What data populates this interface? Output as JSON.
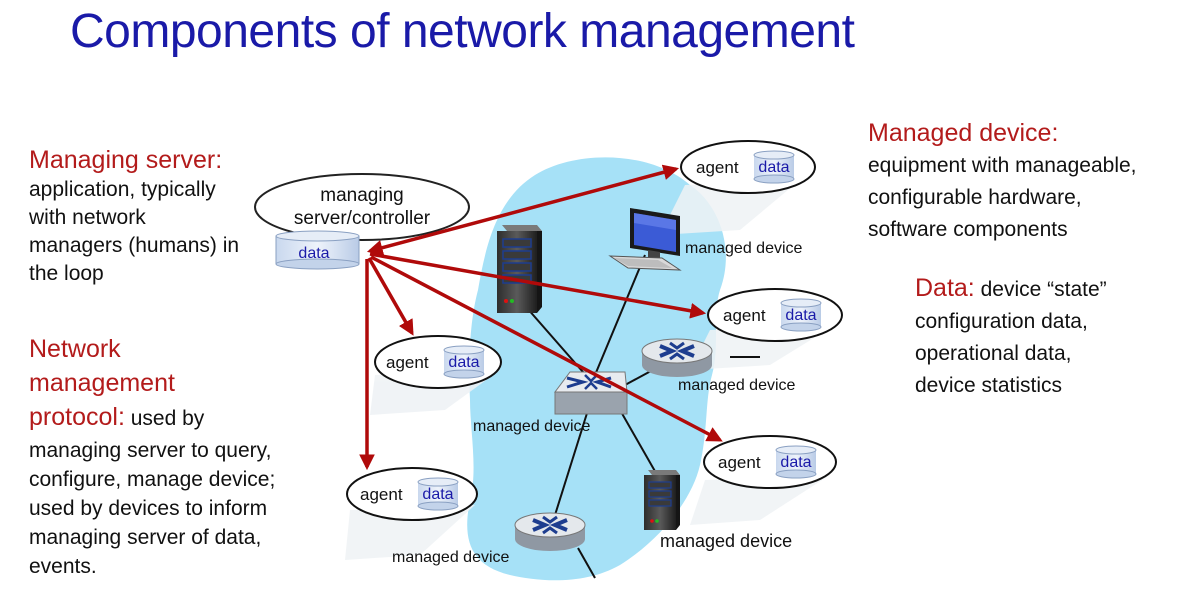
{
  "title": "Components of network management",
  "managing_server": {
    "heading": "Managing server:",
    "lines": [
      "application, typically",
      "with network",
      "managers (humans) in",
      "the loop"
    ]
  },
  "protocol": {
    "heading_lines": [
      "Network",
      "management",
      "protocol:"
    ],
    "inline": " used by",
    "lines": [
      "managing server to query,",
      "configure, manage device;",
      "used by devices to inform",
      "managing server of data,",
      "events."
    ]
  },
  "managed_device": {
    "heading": "Managed device:",
    "lines": [
      "equipment with manageable,",
      "configurable hardware,",
      "software components"
    ]
  },
  "data_desc": {
    "heading": "Data:",
    "inline": " device “state”",
    "lines": [
      "configuration data,",
      "operational data,",
      "device statistics"
    ]
  },
  "diagram": {
    "controller_label_1": "managing",
    "controller_label_2": "server/controller",
    "data_label": "data",
    "agent_label": "agent",
    "managed_device_label": "managed device",
    "colors": {
      "arrow": "#b00a0a",
      "cloud": "#a6e1f7",
      "data_text": "#1a1aa8"
    }
  }
}
